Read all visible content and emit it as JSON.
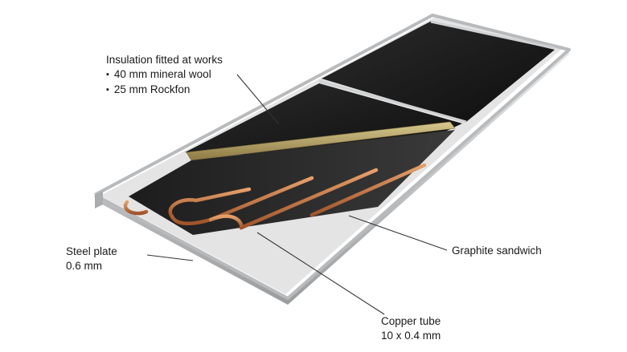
{
  "labels": {
    "insulation": {
      "title": "Insulation fitted at works",
      "items": [
        "40 mm mineral wool",
        "25 mm Rockfon"
      ]
    },
    "steel_plate": {
      "line1": "Steel plate",
      "line2": "0.6 mm"
    },
    "graphite": {
      "line1": "Graphite sandwich"
    },
    "copper_tube": {
      "line1": "Copper tube",
      "line2": "10 x 0.4 mm"
    }
  },
  "colors": {
    "steel_frame": "#c9cbcd",
    "steel_plate": "#e6e6e6",
    "insulation_panel": "#1b1b1b",
    "graphite": "#2a2a2a",
    "mineral_wool": "#b9a66a",
    "copper": "#c8783e",
    "leader_line": "#333333"
  }
}
